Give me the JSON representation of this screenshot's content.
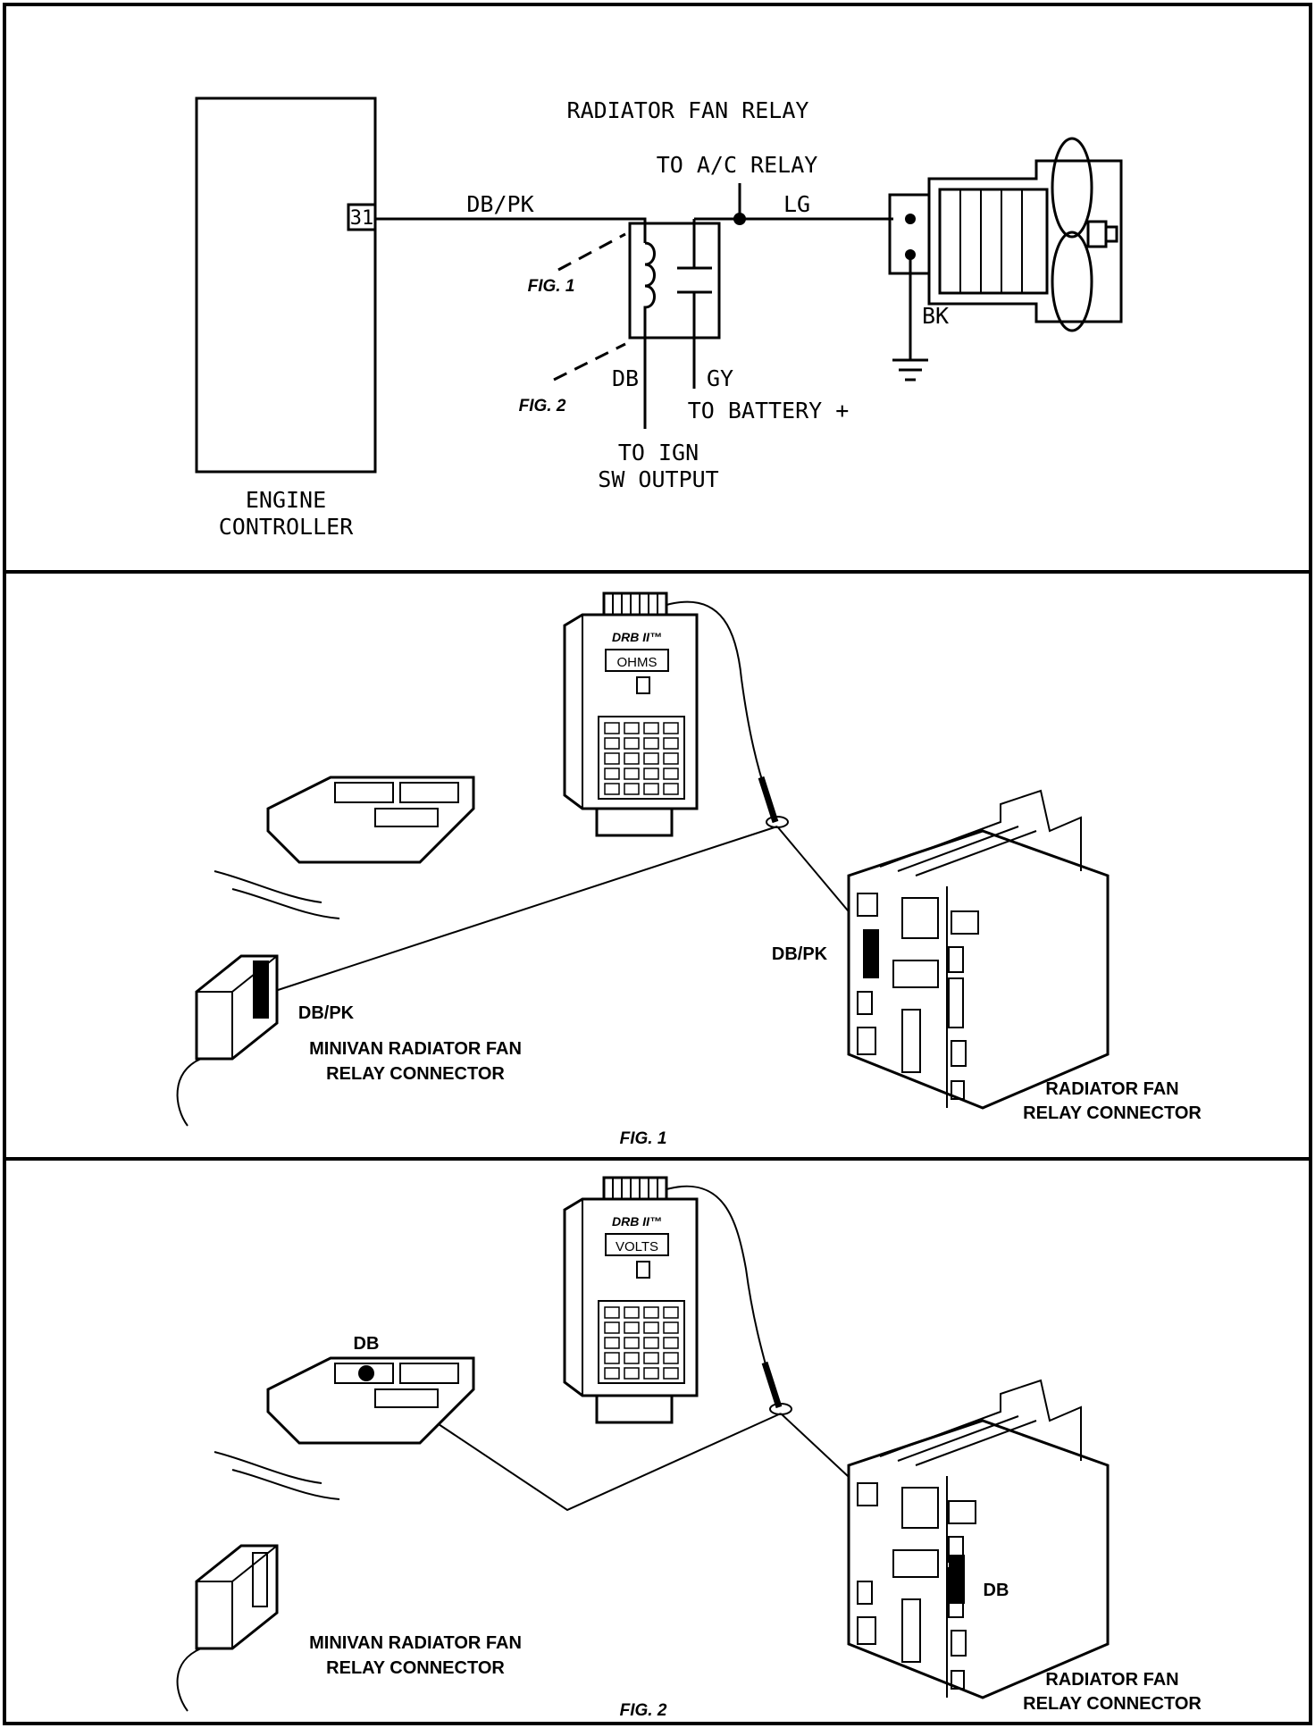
{
  "schematic": {
    "title": "RADIATOR FAN RELAY",
    "to_ac_relay": "TO A/C RELAY",
    "pin": "31",
    "wire_db_pk": "DB/PK",
    "wire_lg": "LG",
    "wire_bk": "BK",
    "wire_db": "DB",
    "wire_gy": "GY",
    "to_battery": "TO BATTERY +",
    "to_ign_1": "TO IGN",
    "to_ign_2": "SW OUTPUT",
    "controller_1": "ENGINE",
    "controller_2": "CONTROLLER",
    "fig1_ref": "FIG. 1",
    "fig2_ref": "FIG. 2"
  },
  "fig1": {
    "tester_brand": "DRB II™",
    "display": "OHMS",
    "wire_label_left": "DB/PK",
    "wire_label_right": "DB/PK",
    "minivan_1": "MINIVAN RADIATOR FAN",
    "minivan_2": "RELAY CONNECTOR",
    "relay_1": "RADIATOR FAN",
    "relay_2": "RELAY CONNECTOR",
    "caption": "FIG. 1"
  },
  "fig2": {
    "tester_brand": "DRB II™",
    "display": "VOLTS",
    "wire_label_left": "DB",
    "wire_label_right": "DB",
    "minivan_1": "MINIVAN RADIATOR FAN",
    "minivan_2": "RELAY CONNECTOR",
    "relay_1": "RADIATOR FAN",
    "relay_2": "RELAY CONNECTOR",
    "caption": "FIG. 2"
  }
}
